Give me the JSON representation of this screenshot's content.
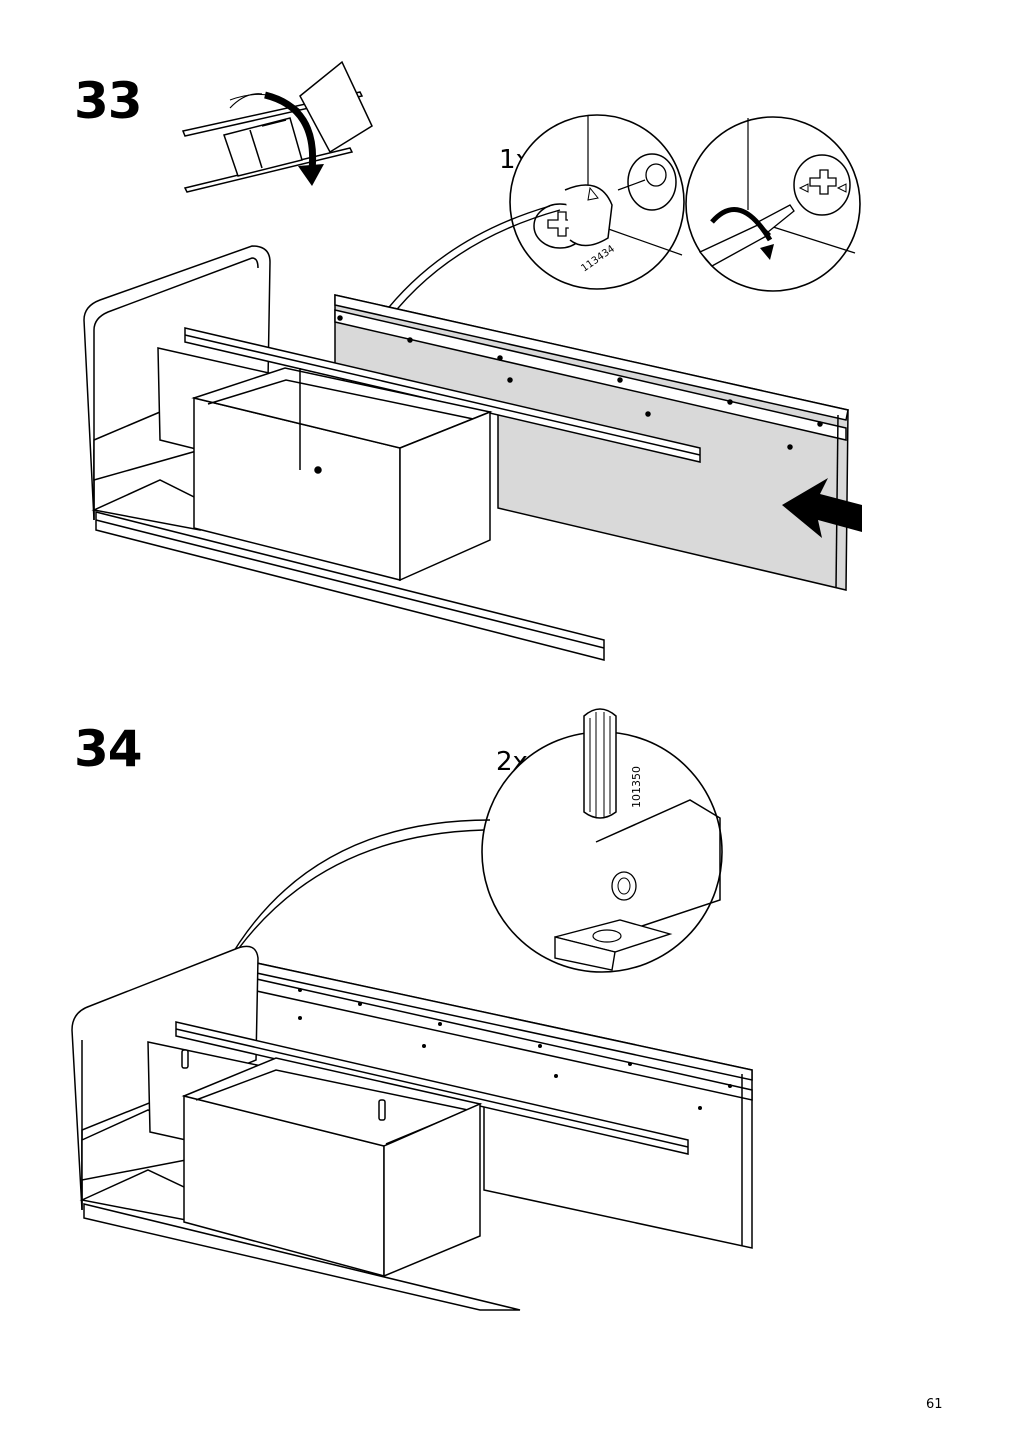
{
  "page": {
    "number": "61"
  },
  "steps": [
    {
      "number": "33",
      "callout": {
        "quantity": "1x",
        "part_number": "113434",
        "part": "cam-lock",
        "tool": "screwdriver"
      },
      "illustrations": [
        "flip-unit-over",
        "insert-back-panel"
      ]
    },
    {
      "number": "34",
      "callout": {
        "quantity": "2x",
        "part_number": "101350",
        "part": "wooden-dowel"
      },
      "illustrations": [
        "insert-dowels-on-top"
      ]
    }
  ],
  "colors": {
    "line": "#000000",
    "panel_highlight": "#d9d9d9",
    "background": "#ffffff"
  }
}
